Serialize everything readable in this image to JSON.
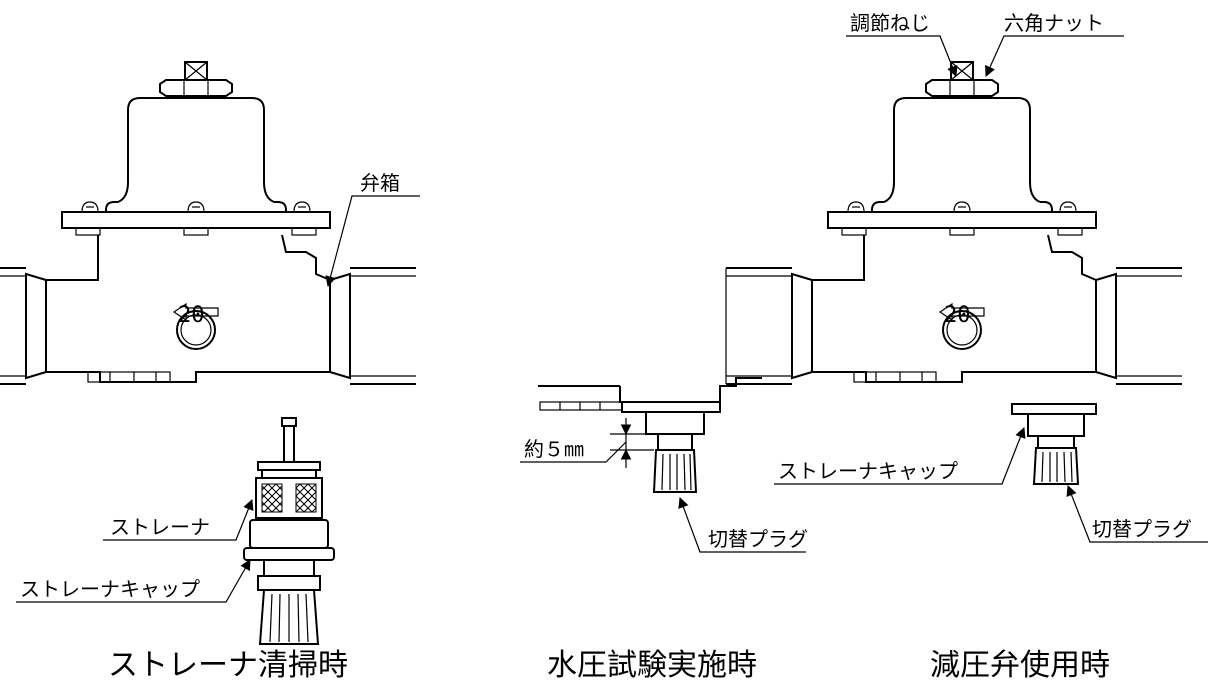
{
  "figures": {
    "left": {
      "caption": "ストレーナ清掃時",
      "size_mark": "20",
      "labels": {
        "body": "弁箱",
        "strainer": "ストレーナ",
        "strainer_cap": "ストレーナキャップ"
      }
    },
    "middle": {
      "caption": "水圧試験実施時",
      "labels": {
        "gap": "約５㎜",
        "plug": "切替プラグ"
      }
    },
    "right": {
      "caption": "減圧弁使用時",
      "size_mark": "20",
      "labels": {
        "adjust_screw": "調節ねじ",
        "hex_nut": "六角ナット",
        "strainer_cap": "ストレーナキャップ",
        "plug": "切替プラグ"
      }
    }
  }
}
